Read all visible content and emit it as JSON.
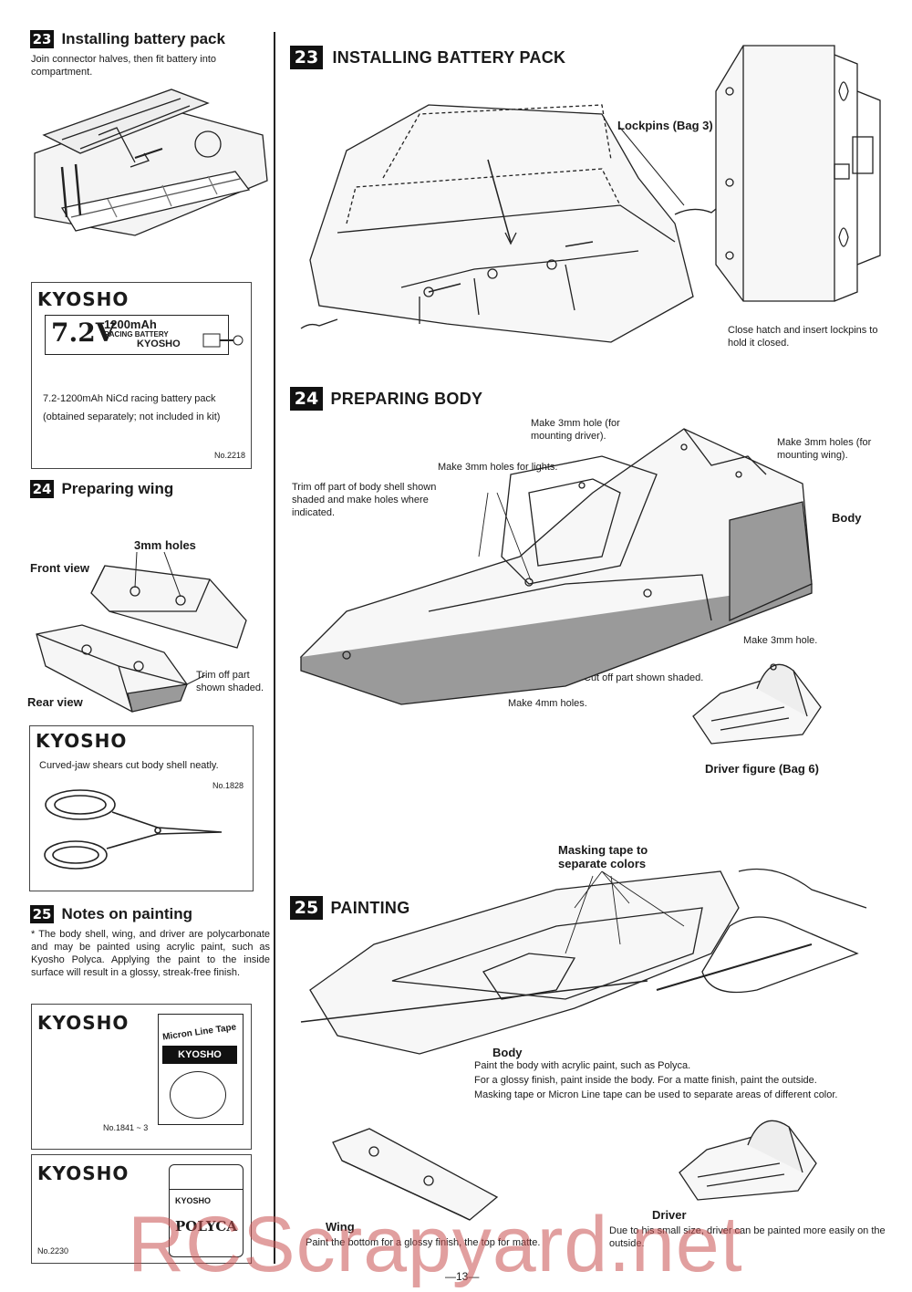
{
  "left": {
    "s23": {
      "num": "23",
      "title": "Installing battery pack",
      "desc": "Join connector halves, then fit battery into compartment."
    },
    "battery_box": {
      "brand": "KYOSHO",
      "label_voltage": "7.2V",
      "label_capacity": "1200mAh",
      "label_type": "RACING BATTERY",
      "label_brand": "KYOSHO",
      "caption_line1": "7.2-1200mAh NiCd racing battery pack",
      "caption_line2": "(obtained separately; not included in kit)",
      "part_no": "No.2218"
    },
    "s24": {
      "num": "24",
      "title": "Preparing wing",
      "holes_label": "3mm holes",
      "front_view": "Front view",
      "rear_view": "Rear view",
      "trim_label": "Trim off part shown shaded."
    },
    "shears_box": {
      "brand": "KYOSHO",
      "caption": "Curved-jaw shears cut body shell neatly.",
      "part_no": "No.1828"
    },
    "s25": {
      "num": "25",
      "title": "Notes on painting",
      "note": "* The body shell, wing, and driver are polycarbonate and may be painted using acrylic paint, such as Kyosho Polyca. Applying the paint to the inside surface will result in a glossy, streak-free finish."
    },
    "tape_box": {
      "brand": "KYOSHO",
      "tape_label": "Micron Line Tape",
      "tape_brand": "KYOSHO",
      "part_no": "No.1841 ~ 3"
    },
    "paint_box": {
      "brand": "KYOSHO",
      "jar_brand": "KYOSHO",
      "jar_name": "POLYCA",
      "part_no": "No.2230"
    }
  },
  "right": {
    "s23": {
      "num": "23",
      "title": "INSTALLING BATTERY PACK",
      "lockpins": "Lockpins (Bag 3)",
      "close_note": "Close hatch and insert lockpins to hold it closed."
    },
    "s24": {
      "num": "24",
      "title": "PREPARING BODY",
      "hole_driver": "Make 3mm hole (for mounting driver).",
      "holes_wing": "Make 3mm holes (for mounting wing).",
      "holes_lights": "Make 3mm holes for lights.",
      "trim_note": "Trim off part of body shell shown shaded and make holes where indicated.",
      "body": "Body",
      "hole_3mm": "Make 3mm hole.",
      "cut_off": "Cut off part shown shaded.",
      "holes_4mm": "Make 4mm holes.",
      "driver_figure": "Driver figure (Bag 6)"
    },
    "s25": {
      "num": "25",
      "title": "PAINTING",
      "masking": "Masking tape to separate colors",
      "body_title": "Body",
      "body_line1": "Paint the body with acrylic paint, such as Polyca.",
      "body_line2": "For a glossy finish, paint inside the body.  For a matte finish, paint the outside.",
      "body_line3": "Masking tape or Micron Line tape can be used to separate areas of different color.",
      "wing_title": "Wing",
      "wing_text": "Paint the bottom for a glossy finish, the top for matte.",
      "driver_title": "Driver",
      "driver_text": "Due to his small size, driver can be painted more easily on the outside."
    }
  },
  "page_number": "—13—",
  "watermark": "RCScrapyard.net",
  "colors": {
    "ink": "#1a1a1a",
    "shade": "#9a9a9a",
    "watermark": "#c85050"
  }
}
